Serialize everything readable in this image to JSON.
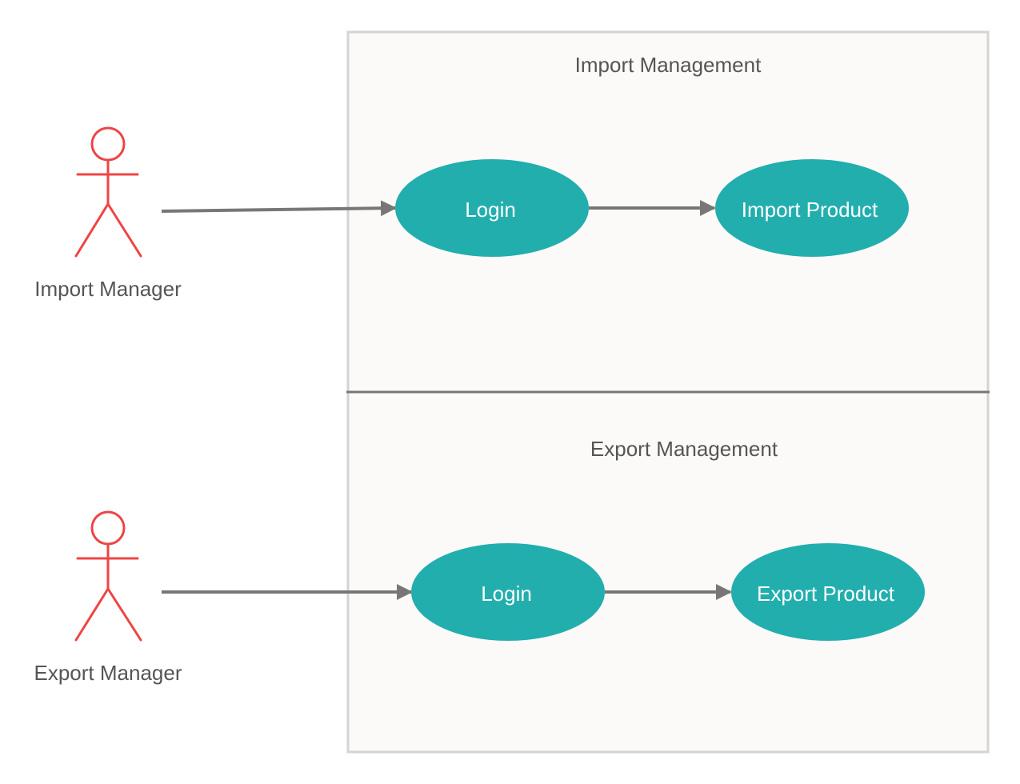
{
  "colors": {
    "actor": "#ef4444",
    "use_case_fill": "#23aeae",
    "connector": "#777777",
    "boundary_fill": "#fbfaf9",
    "boundary_border": "#d4d4d4",
    "divider": "#777777",
    "label_text": "#555555",
    "use_case_text": "#ffffff"
  },
  "systems": {
    "import": {
      "title": "Import Management"
    },
    "export": {
      "title": "Export Management"
    }
  },
  "actors": {
    "import": {
      "label": "Import Manager",
      "icon": "stick-figure-icon"
    },
    "export": {
      "label": "Export Manager",
      "icon": "stick-figure-icon"
    }
  },
  "use_cases": {
    "import_login": {
      "label": "Login"
    },
    "import_product": {
      "label": "Import Product"
    },
    "export_login": {
      "label": "Login"
    },
    "export_product": {
      "label": "Export Product"
    }
  }
}
